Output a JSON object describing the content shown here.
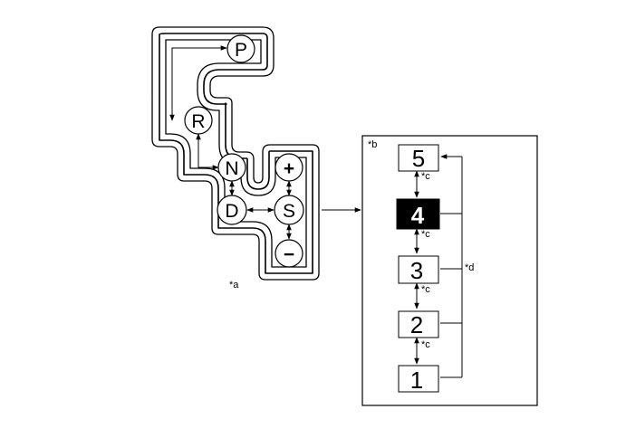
{
  "shift_gate": {
    "positions": {
      "p": "P",
      "r": "R",
      "n": "N",
      "d": "D",
      "s": "S",
      "plus": "+",
      "minus": "−"
    },
    "callout": "*a"
  },
  "gear_panel": {
    "callout": "*b",
    "gears": [
      "5",
      "4",
      "3",
      "2",
      "1"
    ],
    "selected_gear": "4",
    "step_label": "*c",
    "range_label": "*d"
  },
  "colors": {
    "line": "#000000",
    "selected_fill": "#000000",
    "selected_text": "#ffffff"
  }
}
